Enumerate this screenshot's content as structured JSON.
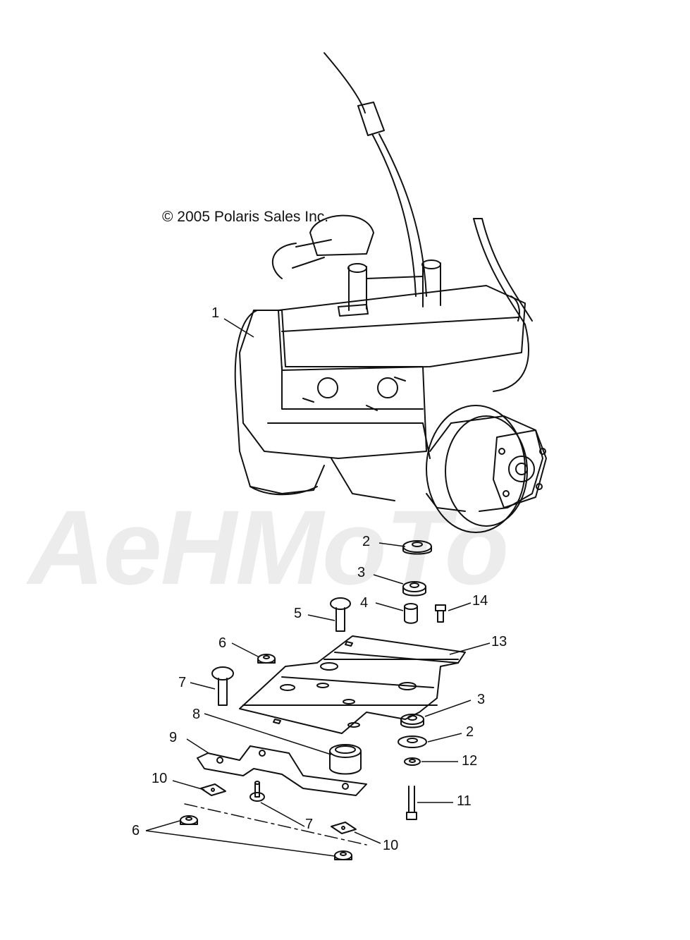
{
  "copyright": "© 2005 Polaris Sales Inc.",
  "watermark": "AeHMoTo",
  "callouts": [
    {
      "id": "c1",
      "text": "1"
    },
    {
      "id": "c2a",
      "text": "2"
    },
    {
      "id": "c3a",
      "text": "3"
    },
    {
      "id": "c4",
      "text": "4"
    },
    {
      "id": "c14",
      "text": "14"
    },
    {
      "id": "c5",
      "text": "5"
    },
    {
      "id": "c6a",
      "text": "6"
    },
    {
      "id": "c13",
      "text": "13"
    },
    {
      "id": "c7a",
      "text": "7"
    },
    {
      "id": "c3b",
      "text": "3"
    },
    {
      "id": "c8",
      "text": "8"
    },
    {
      "id": "c9",
      "text": "9"
    },
    {
      "id": "c2b",
      "text": "2"
    },
    {
      "id": "c12",
      "text": "12"
    },
    {
      "id": "c10a",
      "text": "10"
    },
    {
      "id": "c11",
      "text": "11"
    },
    {
      "id": "c7b",
      "text": "7"
    },
    {
      "id": "c6b",
      "text": "6"
    },
    {
      "id": "c10b",
      "text": "10"
    }
  ]
}
